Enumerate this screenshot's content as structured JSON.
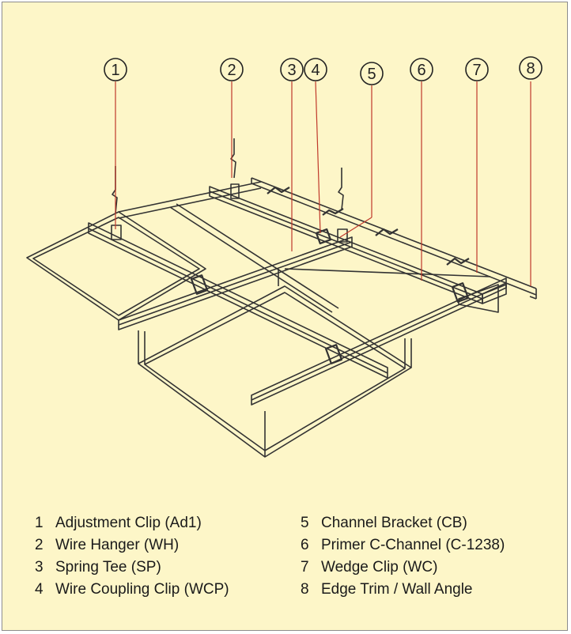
{
  "callouts": [
    "1",
    "2",
    "3",
    "4",
    "5",
    "6",
    "7",
    "8"
  ],
  "legend": [
    {
      "num": "1",
      "label": "Adjustment Clip (Ad1)"
    },
    {
      "num": "2",
      "label": "Wire Hanger (WH)"
    },
    {
      "num": "3",
      "label": "Spring Tee (SP)"
    },
    {
      "num": "4",
      "label": "Wire Coupling Clip (WCP)"
    },
    {
      "num": "5",
      "label": "Channel Bracket (CB)"
    },
    {
      "num": "6",
      "label": "Primer C-Channel (C-1238)"
    },
    {
      "num": "7",
      "label": "Wedge Clip (WC)"
    },
    {
      "num": "8",
      "label": "Edge Trim / Wall Angle"
    }
  ],
  "colors": {
    "background": "#fdf6c8",
    "line": "#333333",
    "leader": "#c0392b",
    "text": "#1a1a1a"
  }
}
